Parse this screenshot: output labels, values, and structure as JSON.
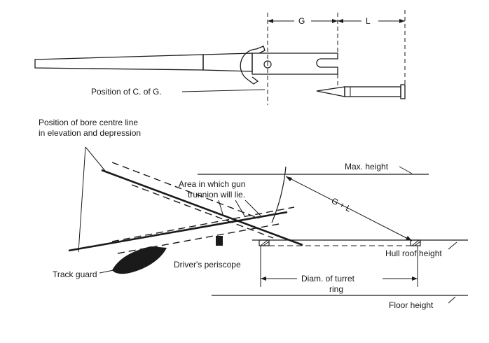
{
  "labels": {
    "dim_g": "G",
    "dim_l": "L",
    "cog": "Position of C. of G.",
    "bore_line_1": "Position of bore centre line",
    "bore_line_2": "in elevation and depression",
    "trunnion_1": "Area in which gun",
    "trunnion_2": "trunnion will lie.",
    "max_height": "Max. height",
    "g_plus_l": "G + L",
    "hull_roof": "Hull roof height",
    "track_guard": "Track guard",
    "periscope": "Driver's periscope",
    "turret_ring_1": "Diam. of turret",
    "turret_ring_2": "ring",
    "floor_height": "Floor height"
  }
}
